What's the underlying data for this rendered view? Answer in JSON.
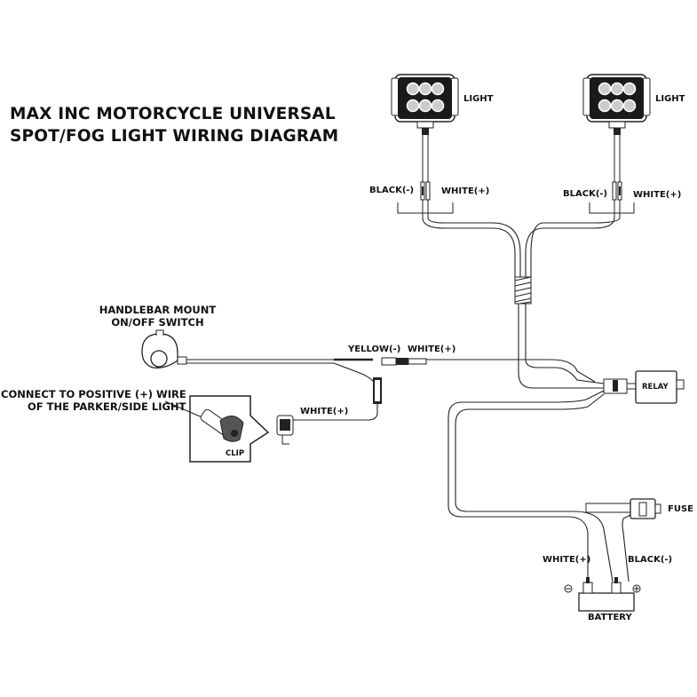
{
  "title": {
    "line1": "MAX INC MOTORCYCLE UNIVERSAL",
    "line2": "SPOT/FOG LIGHT WIRING DIAGRAM"
  },
  "labels": {
    "light_left": "LIGHT",
    "light_right": "LIGHT",
    "black_left": "BLACK(-)",
    "white_left": "WHITE(+)",
    "black_right": "BLACK(-)",
    "white_right": "WHITE(+)",
    "switch_line1": "HANDLEBAR MOUNT",
    "switch_line2": "ON/OFF SWITCH",
    "yellow": "YELLOW(-)",
    "white_switch": "WHITE(+)",
    "connect_line1": "CONNECT TO POSITIVE (+) WIRE",
    "connect_line2": "OF THE PARKER/SIDE LIGHT",
    "white_clip": "WHITE(+)",
    "clip": "CLIP",
    "relay": "RELAY",
    "fuse": "FUSE",
    "white_battery": "WHITE(+)",
    "black_battery": "BLACK(-)",
    "battery": "BATTERY"
  },
  "icons": [
    "light-icon",
    "switch-icon",
    "relay-icon",
    "fuse-icon",
    "battery-icon",
    "clip-icon",
    "connector-icon"
  ]
}
